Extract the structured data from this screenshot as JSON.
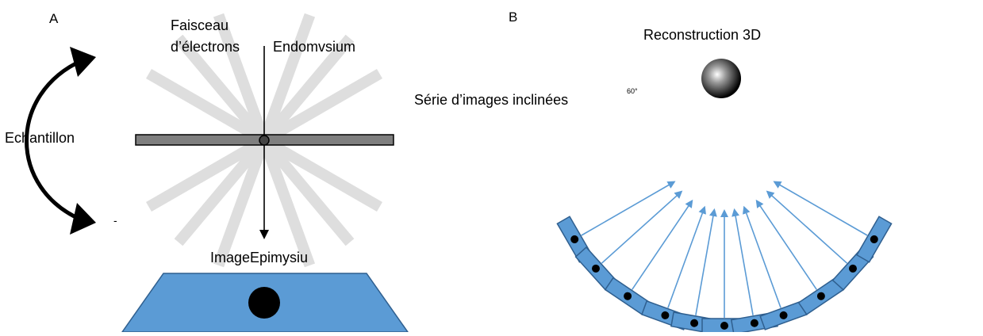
{
  "panel_a": {
    "letter": "A",
    "beam_label_line1": "Faisceau",
    "beam_label_line2": "d’électrons",
    "membrane_label": "Endomvsium",
    "sample_label": "Echantillon",
    "image_label": "ImageEpimysiu",
    "tick_mark": "-"
  },
  "panel_b": {
    "letter": "B",
    "reconstruction_label": "Reconstruction 3D",
    "tilt_series_label": "Série d’images inclinées",
    "angle_label": "60°"
  },
  "colors": {
    "detector_blue": "#5b9bd5",
    "detector_border": "#2f5f8f",
    "arrow_blue": "#5b9bd5",
    "sample_bar": "#7f7f7f",
    "ghost_beam": "#dedede"
  }
}
